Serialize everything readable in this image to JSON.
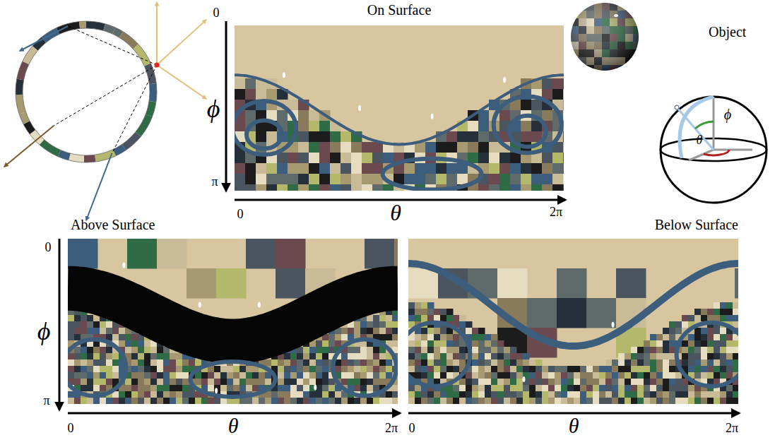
{
  "diagram": {
    "labels": [
      "On Surface",
      "Object",
      "0",
      "ϕ",
      "π",
      "0",
      "θ",
      "2π",
      "ϕ",
      "θ",
      "Above Surface",
      "Below Surface",
      "0",
      "ϕ",
      "π",
      "0",
      "θ",
      "2π",
      "0",
      "θ",
      "2π"
    ]
  }
}
